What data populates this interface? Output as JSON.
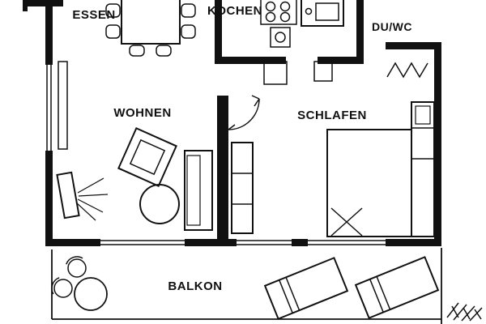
{
  "plan": {
    "title": "apartment-floor-plan",
    "rooms": [
      {
        "id": "essen",
        "label": "ESSEN"
      },
      {
        "id": "kochen",
        "label": "KOCHEN"
      },
      {
        "id": "duwc",
        "label": "DU/WC"
      },
      {
        "id": "wohnen",
        "label": "WOHNEN"
      },
      {
        "id": "schlafen",
        "label": "SCHLAFEN"
      },
      {
        "id": "balkon",
        "label": "BALKON"
      }
    ],
    "furniture": [
      "dining-table",
      "dining-chairs",
      "stove",
      "sink",
      "kitchen-appliance",
      "bed",
      "wardrobe",
      "shelf",
      "armchair",
      "coffee-table",
      "sofa",
      "tv-unit",
      "radiator",
      "balcony-table",
      "balcony-chairs",
      "loungers",
      "shrub"
    ],
    "colors": {
      "wall": "#111111",
      "line": "#111111",
      "background": "#ffffff"
    }
  }
}
